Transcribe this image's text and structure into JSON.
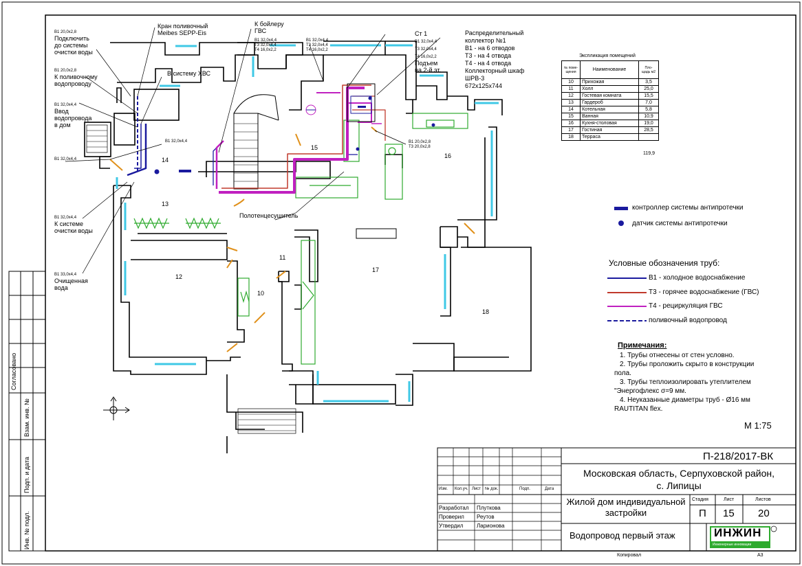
{
  "annotations": {
    "crane": [
      "Кран поливочный",
      "Meibes SEPP-Eis"
    ],
    "boiler": [
      "К бойлеру",
      "ГВС"
    ],
    "xvs": "В систему ХВС",
    "filter_conn": [
      "В1 20,0х2,8",
      "Подключить",
      "до системы",
      "очистки воды"
    ],
    "irrigation": [
      "В1 20,0х2,8",
      "К поливочному",
      "водопроводу"
    ],
    "input": [
      "В1 32,0х4,4",
      "Ввод",
      "водопровода",
      "в дом"
    ],
    "st1": [
      "Ст 1",
      "В1 32,0х4,4",
      "Т3 32,0х4,4",
      "Т4 16,0х2,2",
      "Подъем",
      "на 2-й эт."
    ],
    "distributor": [
      "Распределительный",
      "коллектор №1",
      "В1 - на 6 отводов",
      "Т3 - на 4 отвода",
      "Т4 - на 4 отвода",
      "Коллекторный шкаф",
      "ШРВ-3",
      "672х125х744"
    ],
    "pipe_small_1": [
      "В1 32,0х4,4",
      "Т3 32,0х4,4",
      "Т4 16,0х2,2"
    ],
    "pipe_small_2": [
      "В1 32,0х4,4",
      "Т3 32,0х4,4",
      "Т4 16,0х2,2"
    ],
    "pipe_b1_mid": "В1 32,0х4,4",
    "pipe_b1_left": "В1 32,0х4,4",
    "pipe_kitchen": [
      "В1 20,0х2,8",
      "Т3 20,0х2,8"
    ],
    "to_filter": [
      "В1 32,0х4,4",
      "К системе",
      "очистки воды"
    ],
    "purified": [
      "В1 33,0х4,4",
      "Очищенная",
      "вода"
    ],
    "towel": "Полотенцесушитель"
  },
  "rooms": [
    "10",
    "11",
    "12",
    "13",
    "14",
    "15",
    "16",
    "17",
    "18"
  ],
  "explication": {
    "title": "Экспликация помещений",
    "headers": [
      "№ поме- щения",
      "Наименование",
      "Пло- щадь м2"
    ],
    "rows": [
      [
        "10",
        "Прихожая",
        "3,5"
      ],
      [
        "11",
        "Холл",
        "25,0"
      ],
      [
        "12",
        "Гостевая комната",
        "15,5"
      ],
      [
        "13",
        "Гардероб",
        "7,0"
      ],
      [
        "14",
        "Котельная",
        "5,8"
      ],
      [
        "15",
        "Ванная",
        "10,9"
      ],
      [
        "16",
        "Кухня-столовая",
        "19,0"
      ],
      [
        "17",
        "Гостиная",
        "28,5"
      ],
      [
        "18",
        "Терраса",
        ""
      ]
    ],
    "total": "119,9"
  },
  "legend_devices": {
    "controller": "контроллер системы антипротечки",
    "sensor": "датчик системы антипротечки"
  },
  "legend_pipes": {
    "title": "Условные обозначения  труб:",
    "items": [
      {
        "label": "В1 - холодное водоснабжение",
        "color": "#1a1a9e",
        "dash": false
      },
      {
        "label": "Т3 - горячее водоснабжение (ГВС)",
        "color": "#c0392b",
        "dash": false
      },
      {
        "label": "Т4 - рециркуляция ГВС",
        "color": "#c020c0",
        "dash": false
      },
      {
        "label": "поливочный водопровод",
        "color": "#1a1a9e",
        "dash": true
      }
    ]
  },
  "notes": {
    "title": "Примечания:",
    "lines": [
      "1. Трубы отнесены от стен условно.",
      "2. Трубы проложить скрыто в конструкции",
      "пола.",
      "3. Трубы теплоизолировать утеплителем",
      "\"Энергофлекс σ=9 мм.",
      "4. Неуказанные диаметры труб - Ø16 мм",
      "RAUTITAN flex."
    ]
  },
  "scale": "М 1:75",
  "title_block": {
    "code": "П-218/2017-ВК",
    "location": [
      "Московская область, Серпуховской район,",
      "с. Липицы"
    ],
    "object": [
      "Жилой дом индивидуальной",
      "застройки"
    ],
    "sheet_title": "Водопровод первый этаж",
    "stage_label": "Стадия",
    "sheet_label": "Лист",
    "sheets_label": "Листов",
    "stage": "П",
    "sheet": "15",
    "sheets": "20",
    "col_headers": [
      "Изм.",
      "Кол.уч.",
      "Лист",
      "№ док.",
      "Подп.",
      "Дата"
    ],
    "roles": [
      [
        "Разработал",
        "Плуткова"
      ],
      [
        "Проверил",
        "Реутов"
      ],
      [
        "Утвердил",
        "Ларионова"
      ]
    ],
    "logo": "ИНЖИН",
    "logo_sub": "Инженерные инновации",
    "copied": "Копировал",
    "format": "А3"
  },
  "side_stamps": [
    "Согласовано",
    "Взам. инв. №",
    "Подп. и дата",
    "Инв. № подл."
  ]
}
